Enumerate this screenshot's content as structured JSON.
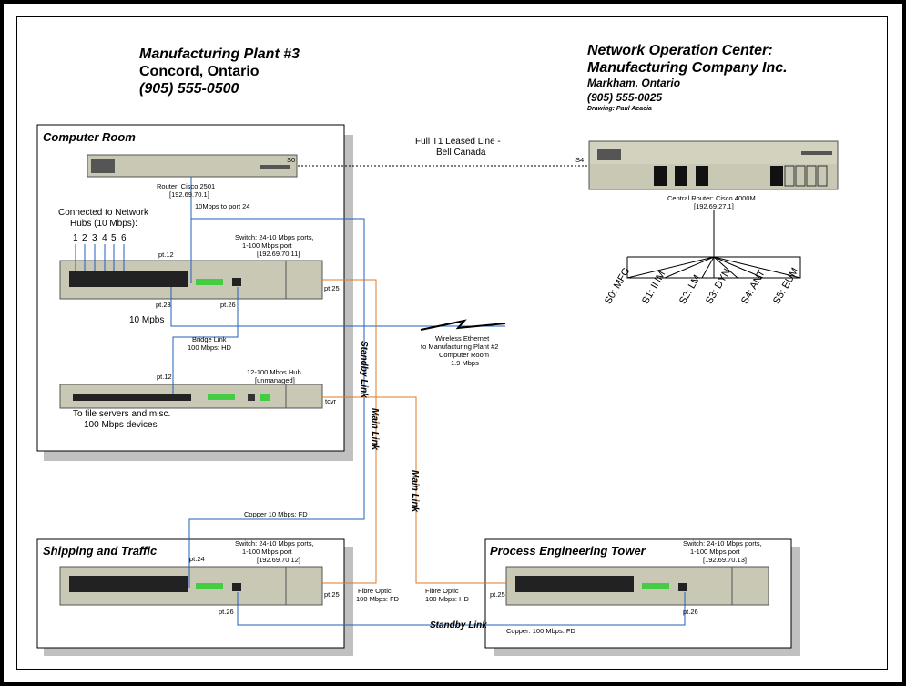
{
  "plant": {
    "title": "Manufacturing Plant #3",
    "city": "Concord, Ontario",
    "phone": "(905) 555-0500"
  },
  "noc": {
    "title": "Network Operation Center:",
    "company": "Manufacturing Company Inc.",
    "city": "Markham, Ontario",
    "phone": "(905) 555-0025",
    "drawing": "Drawing:  Paul Acacia"
  },
  "computer_room": {
    "title": "Computer Room",
    "router_label": "Router: Cisco 2501",
    "router_ip": "[192.69.70.1]",
    "router_port": "S0",
    "uplink": "10Mbps to port 24",
    "hubs_label_1": "Connected to Network",
    "hubs_label_2": "Hubs (10 Mbps):",
    "hub_numbers": [
      "1",
      "2",
      "3",
      "4",
      "5",
      "6"
    ],
    "switch_1": "Switch: 24-10 Mbps ports,",
    "switch_2": "1-100 Mbps port",
    "switch_3": "[192.69.70.11]",
    "pt12_top": "pt.12",
    "pt23": "pt.23",
    "pt26": "pt.26",
    "pt25": "pt.25",
    "ten_mbps": "10 Mpbs",
    "bridge_1": "Bridge Link",
    "bridge_2": "100 Mbps: HD",
    "pt12_hub": "pt.12",
    "hub_1": "12-100 Mbps Hub",
    "hub_2": "[unmanaged]",
    "tcvr": "tcvr",
    "servers_1": "To file servers and misc.",
    "servers_2": "100 Mbps devices"
  },
  "t1": {
    "line_1": "Full T1 Leased Line -",
    "line_2": "Bell Canada",
    "s4": "S4"
  },
  "central": {
    "label": "Central Router: Cisco 4000M",
    "ip": "[192.69.27.1]"
  },
  "branches": [
    "S0: MFG",
    "S1: INM",
    "S2: LM",
    "S3: DYN",
    "S4: ANT",
    "S5: EUM"
  ],
  "wireless": {
    "line_1": "Wireless Ethernet",
    "line_2": "to  Manufacturing Plant #2",
    "line_3": "Computer Room",
    "line_4": "1.9 Mbps"
  },
  "links": {
    "standby_1": "Standby Link",
    "main_1": "Main Link",
    "main_2": "Main Link",
    "standby_2": "Standby Link"
  },
  "shipping": {
    "title": "Shipping and Traffic",
    "copper": "Copper 10 Mbps: FD",
    "switch_1": "Switch: 24-10 Mbps ports,",
    "switch_2": "1-100 Mbps port",
    "switch_3": "[192.69.70.12]",
    "pt24": "pt.24",
    "pt25": "pt.25",
    "pt26": "pt.26",
    "fibre_1": "Fibre Optic",
    "fibre_2": "100 Mbps: FD"
  },
  "process": {
    "title": "Process Engineering Tower",
    "switch_1": "Switch: 24-10 Mbps ports,",
    "switch_2": "1-100 Mbps port",
    "switch_3": "[192.69.70.13]",
    "fibre_1": "Fibre Optic",
    "fibre_2": "100 Mbps: HD",
    "pt25": "pt.25",
    "pt26": "pt.26",
    "copper": "Copper: 100 Mbps: FD"
  },
  "colors": {
    "copper_link": "#1f5fbf",
    "fibre_link": "#e07a20",
    "wireless_link": "#1f5fbf",
    "shadow": "#c0c0c0",
    "device": "#c8c8b4"
  }
}
